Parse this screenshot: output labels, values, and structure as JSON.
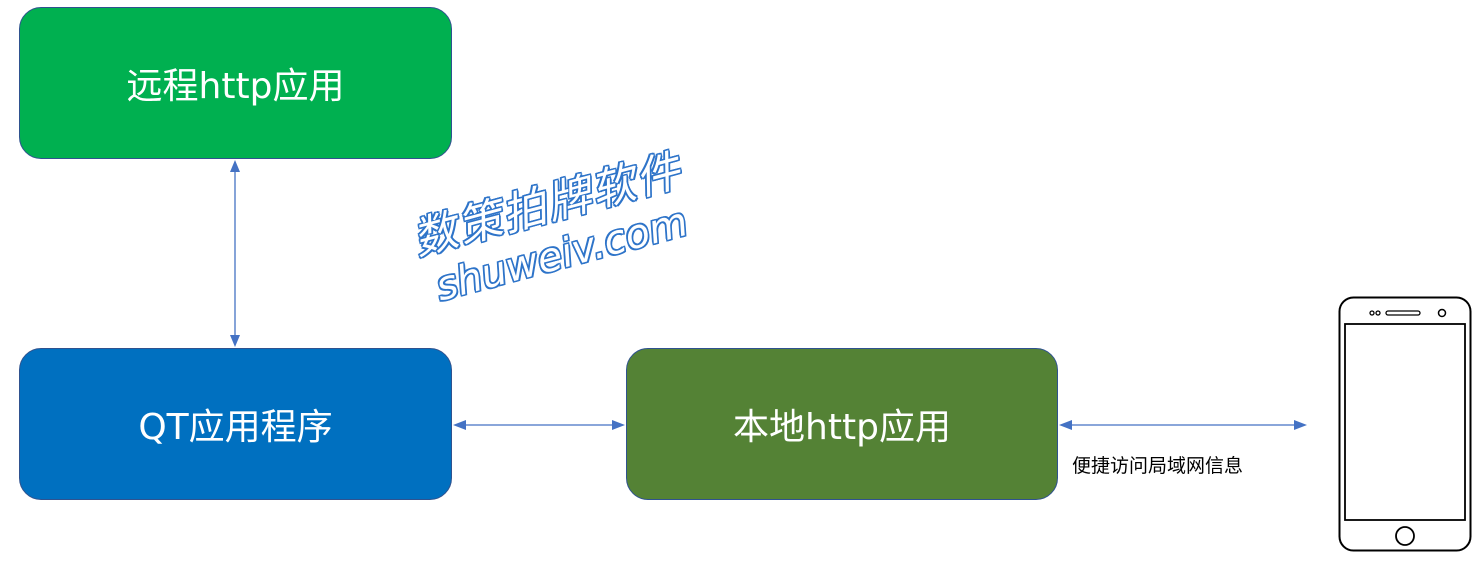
{
  "nodes": {
    "remote_app": "远程http应用",
    "qt_app": "QT应用程序",
    "local_app": "本地http应用"
  },
  "edge_labels": {
    "local_to_phone": "便捷访问局域网信息"
  },
  "watermark": {
    "line1": "数策拍牌软件",
    "line2": "shuweiv.com"
  },
  "colors": {
    "remote_app_fill": "#00b050",
    "qt_app_fill": "#0070c0",
    "local_app_fill": "#548235",
    "box_border": "#2f528f",
    "connector": "#4472c4"
  },
  "icons": {
    "device": "smartphone-icon"
  }
}
